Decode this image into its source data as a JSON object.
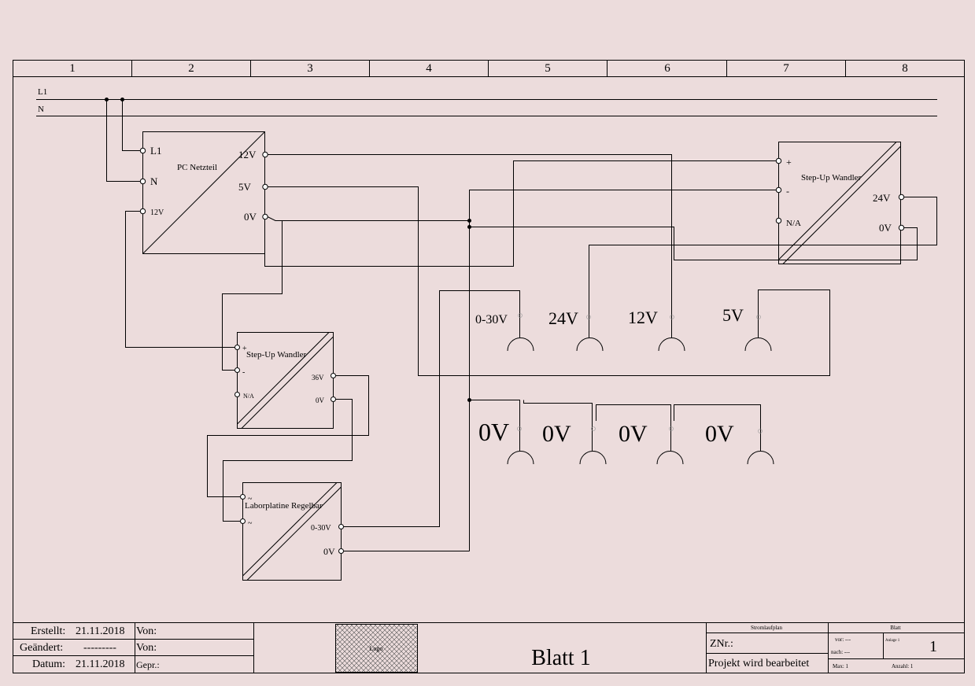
{
  "colors": {
    "background": "#ecdcdc",
    "line": "#000000"
  },
  "columns": [
    "1",
    "2",
    "3",
    "4",
    "5",
    "6",
    "7",
    "8"
  ],
  "rails": {
    "l1": "L1",
    "n": "N"
  },
  "psu": {
    "title": "PC Netzteil",
    "in_l1": "L1",
    "in_n": "N",
    "in_12v": "12V",
    "out_12v": "12V",
    "out_5v": "5V",
    "out_0v": "0V"
  },
  "stepup_right": {
    "title": "Step-Up Wandler",
    "plus": "+",
    "minus": "-",
    "na": "N/A",
    "out_24v": "24V",
    "out_0v": "0V"
  },
  "stepup_left": {
    "title": "Step-Up Wandler",
    "plus": "+",
    "minus": "-",
    "na": "N/A",
    "out_36v": "36V",
    "out_0v": "0V"
  },
  "labor": {
    "title": "Laborplatine Regelbar",
    "in1": "~",
    "in2": "~",
    "out_var": "0-30V",
    "out_0v": "0V"
  },
  "sockets_top": [
    "0-30V",
    "24V",
    "12V",
    "5V"
  ],
  "sockets_bottom": [
    "0V",
    "0V",
    "0V",
    "0V"
  ],
  "title_block": {
    "erstellt_label": "Erstellt:",
    "erstellt_date": "21.11.2018",
    "geaendert_label": "Geändert:",
    "geaendert_value": "---------",
    "datum_label": "Datum:",
    "datum_date": "21.11.2018",
    "von1": "Von:",
    "von2": "Von:",
    "gepr": "Gepr.:",
    "logo": "Logo",
    "sheet_title": "Blatt 1",
    "stromlaufplan": "Stromlaufplan",
    "znr": "ZNr.:",
    "projekt": "Projekt wird bearbeitet",
    "blatt_label": "Blatt",
    "vor": "vor: ---",
    "nach": "nach: ---",
    "anlage": "Anlage 1",
    "sheet_number": "1",
    "max": "Max: 1",
    "anzahl": "Anzahl: 1"
  }
}
